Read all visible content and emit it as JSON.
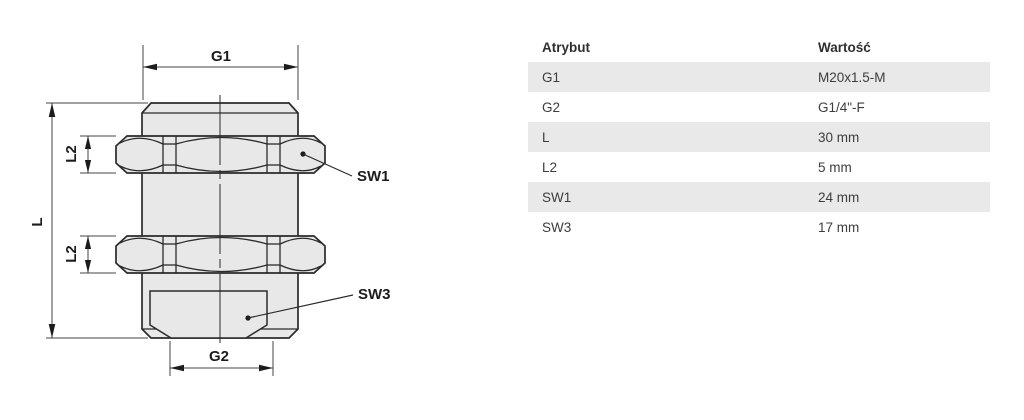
{
  "drawing": {
    "labels": {
      "g1": "G1",
      "g2": "G2",
      "l": "L",
      "l2_top": "L2",
      "l2_bottom": "L2",
      "sw1": "SW1",
      "sw3": "SW3"
    }
  },
  "table": {
    "headers": {
      "attribute": "Atrybut",
      "value": "Wartość"
    },
    "rows": [
      {
        "attr": "G1",
        "value": "M20x1.5-M"
      },
      {
        "attr": "G2",
        "value": "G1/4\"-F"
      },
      {
        "attr": "L",
        "value": "30 mm"
      },
      {
        "attr": "L2",
        "value": "5 mm"
      },
      {
        "attr": "SW1",
        "value": "24 mm"
      },
      {
        "attr": "SW3",
        "value": "17 mm"
      }
    ]
  },
  "colors": {
    "part_fill": "#e8e8e8",
    "outline": "#2b2b2b",
    "dim_line": "#444444",
    "row_shaded": "#e9e9e9",
    "text": "#3d3d3d"
  }
}
